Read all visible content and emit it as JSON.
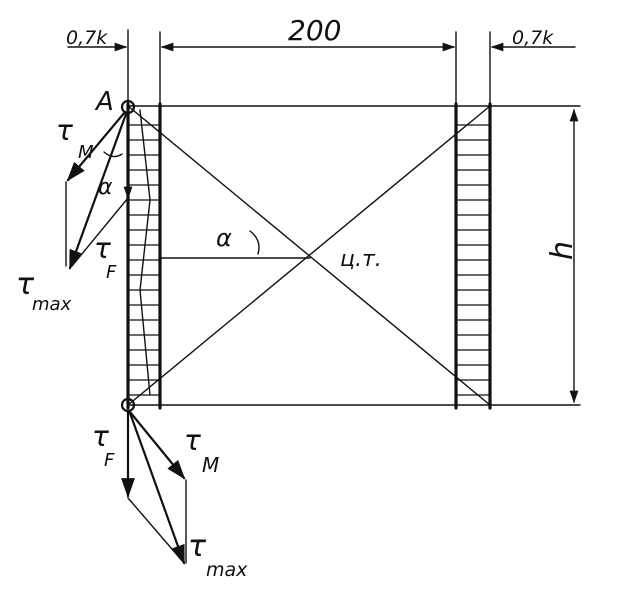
{
  "dimensions": {
    "weld_leg_left": "0,7k",
    "span": "200",
    "weld_leg_right": "0,7k",
    "height": "h"
  },
  "points": {
    "corner": "A",
    "center_of_gravity": "ц.т.",
    "angle": "α"
  },
  "stress_upper": {
    "moment": "τ",
    "moment_sub": "M",
    "force": "τ",
    "force_sub": "F",
    "max": "τ",
    "max_sub": "max",
    "angle": "α"
  },
  "stress_lower": {
    "force": "τ",
    "force_sub": "F",
    "moment": "τ",
    "moment_sub": "M",
    "max": "τ",
    "max_sub": "max"
  }
}
